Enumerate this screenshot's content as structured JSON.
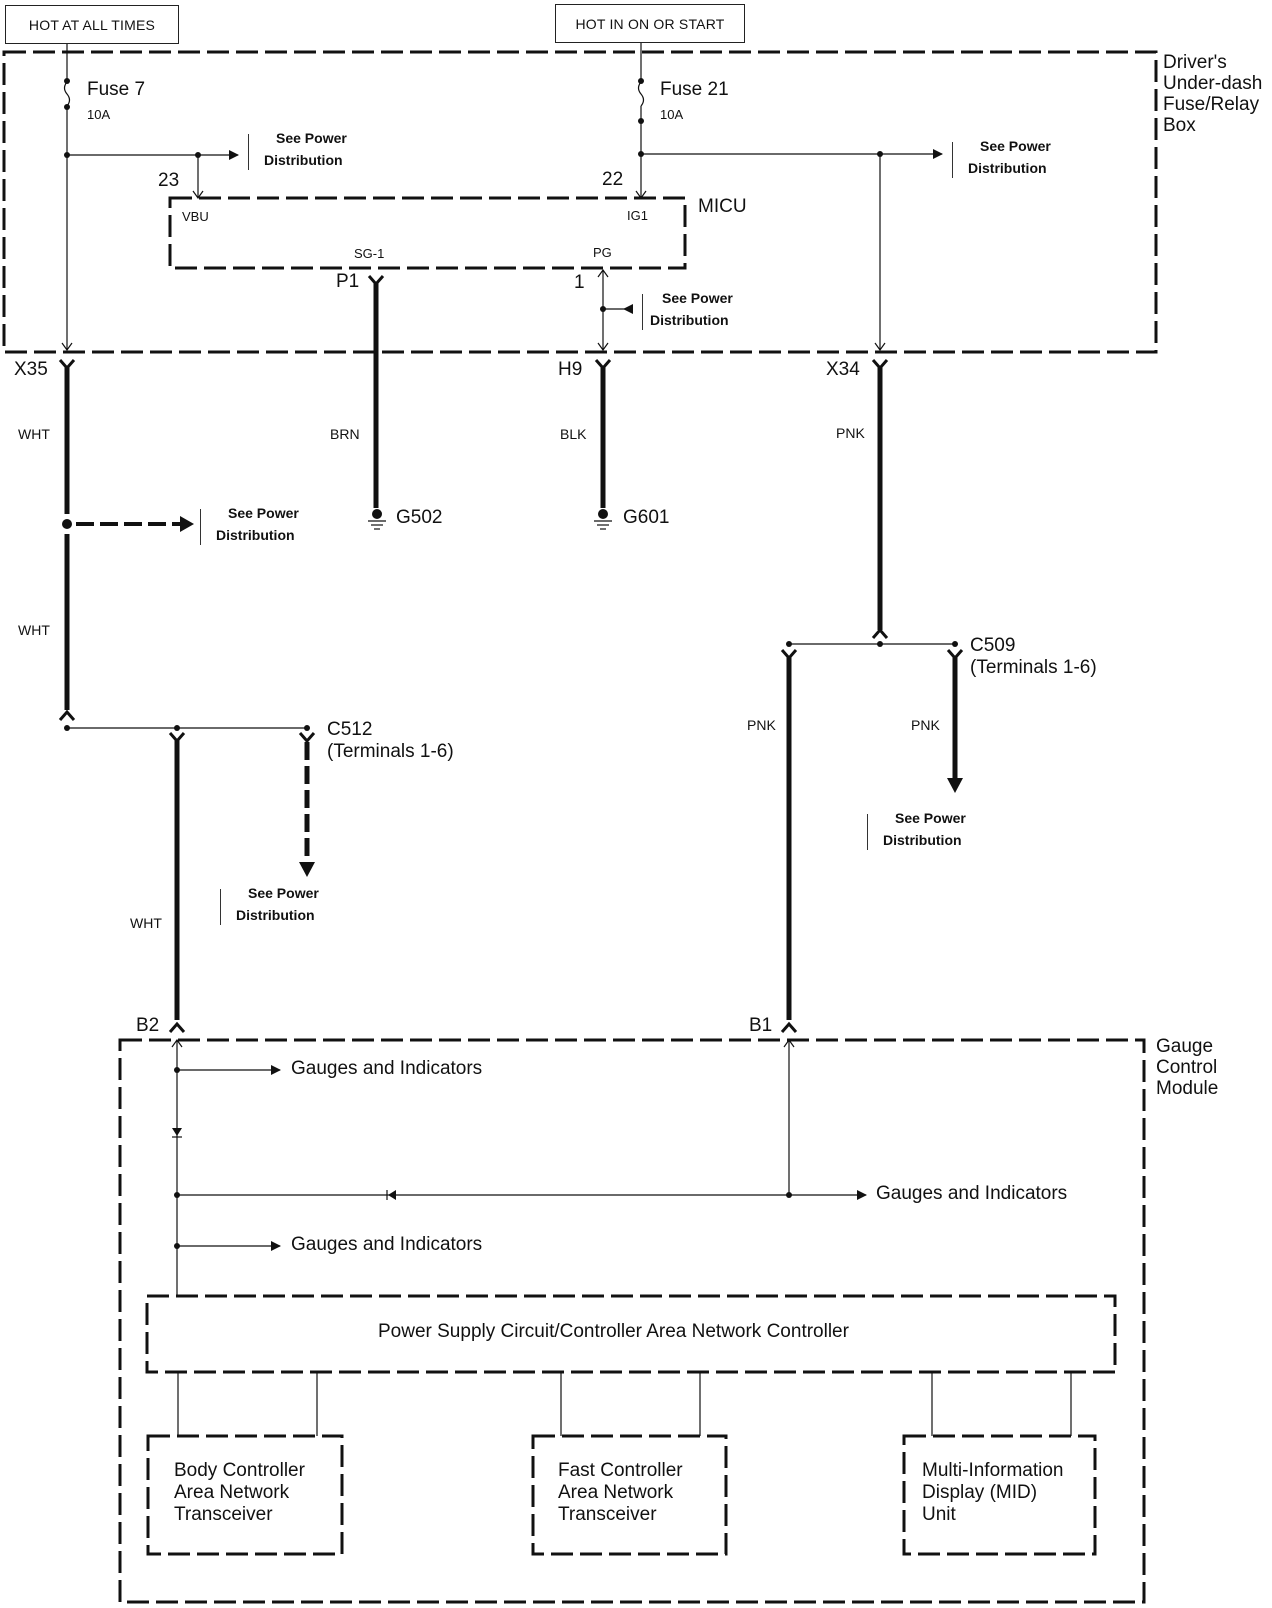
{
  "sources": {
    "hot_at_all_times": "HOT AT ALL TIMES",
    "hot_in_on_or_start": "HOT IN ON OR START"
  },
  "fuse_box": {
    "label": "Driver's\nUnder-dash\nFuse/Relay\nBox",
    "fuse7": {
      "name": "Fuse 7",
      "rating": "10A"
    },
    "fuse21": {
      "name": "Fuse 21",
      "rating": "10A"
    }
  },
  "micu": {
    "label": "MICU",
    "pins": {
      "vbu": "VBU",
      "ig1": "IG1",
      "sg1": "SG-1",
      "pg": "PG"
    },
    "pin_numbers": {
      "vbu": "23",
      "ig1": "22",
      "sg1": "P1",
      "pg": "1"
    }
  },
  "see_power_distribution": {
    "line1": "See Power",
    "line2": "Distribution"
  },
  "connectors": {
    "x35": "X35",
    "x34": "X34",
    "h9": "H9",
    "p1": "P1",
    "b1": "B1",
    "b2": "B2",
    "c512": "C512",
    "c512_terms": "(Terminals 1-6)",
    "c509": "C509",
    "c509_terms": "(Terminals 1-6)"
  },
  "wires": {
    "x35_upper": "WHT",
    "x35_lower": "WHT",
    "b2": "WHT",
    "sg1": "BRN",
    "pg": "BLK",
    "x34": "PNK",
    "b1": "PNK",
    "c509_branch": "PNK"
  },
  "grounds": {
    "g502": "G502",
    "g601": "G601"
  },
  "gauge_module": {
    "label": "Gauge\nControl\nModule",
    "gauges_1": "Gauges and Indicators",
    "gauges_2": "Gauges and Indicators",
    "gauges_3": "Gauges and Indicators",
    "power_supply": "Power Supply Circuit/Controller Area Network Controller",
    "body_can": "Body Controller\nArea Network\nTransceiver",
    "fast_can": "Fast Controller\nArea Network\nTransceiver",
    "mid": "Multi-Information\nDisplay (MID)\nUnit"
  }
}
